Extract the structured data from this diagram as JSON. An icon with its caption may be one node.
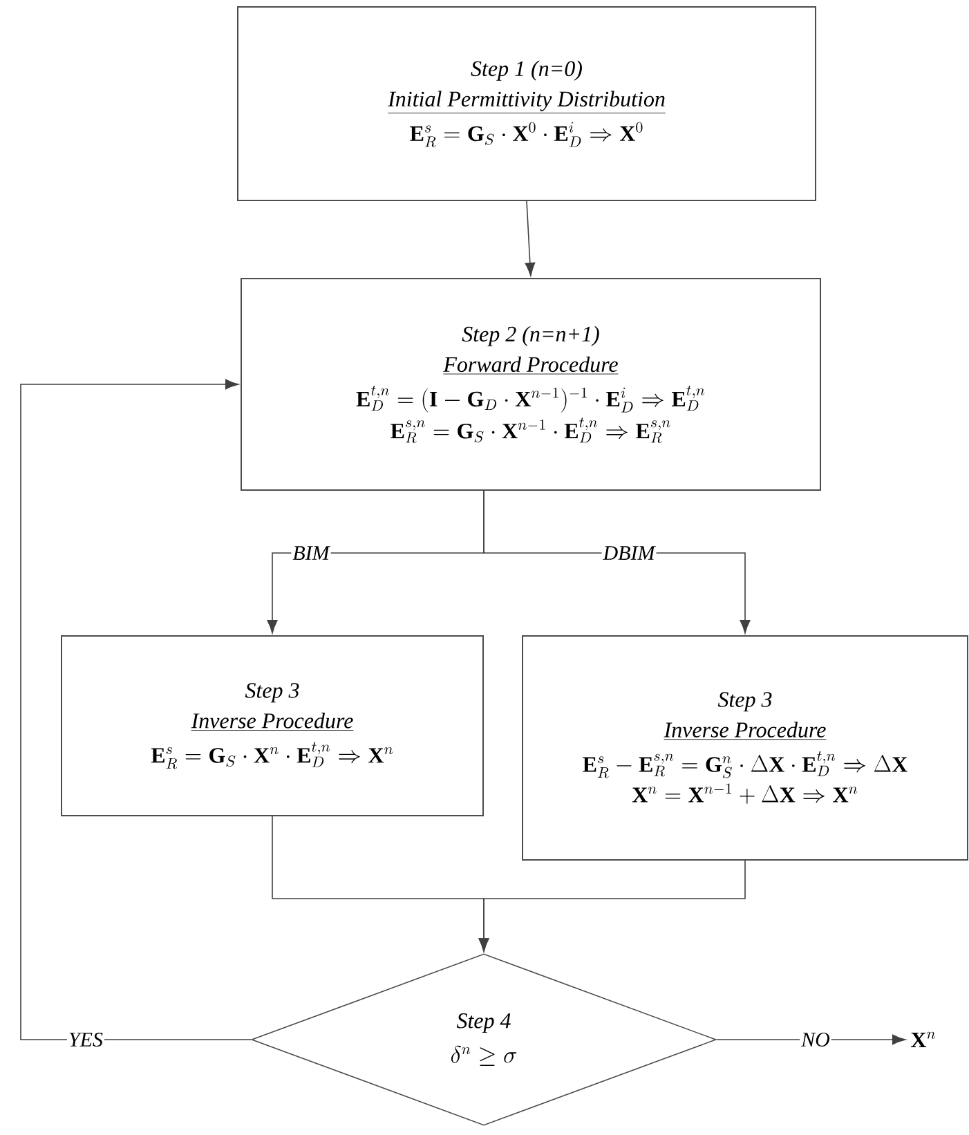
{
  "diagram": {
    "nodes": [
      {
        "text": [
          "Step 1 (n=0)",
          "Initial Permittivity Distribution",
          "\\mathbf{E}_R^{s}=\\mathbf{G}_S\\cdot\\mathbf{X}^0\\cdot\\mathbf{E}_D^{i}\\Rightarrow\\mathbf{X}^0"
        ]
      },
      {
        "text": [
          "Step 2 (n=n+1)",
          "Forward Procedure",
          "\\mathbf{E}_D^{t,n}=(\\mathbf{I}-\\mathbf{G}_D\\cdot\\mathbf{X}^{n-1})^{-1}\\cdot\\mathbf{E}_D^{i}\\Rightarrow\\mathbf{E}_D^{t,n}",
          "\\mathbf{E}_R^{s,n}=\\mathbf{G}_S\\cdot\\mathbf{X}^{n-1}\\cdot\\mathbf{E}_D^{t,n}\\Rightarrow\\mathbf{E}_R^{s,n}"
        ]
      },
      {
        "text": [
          "Step 3",
          "Inverse Procedure",
          "\\mathbf{E}_R^{s}=\\mathbf{G}_S\\cdot\\mathbf{X}^n\\cdot\\mathbf{E}_D^{t,n}\\Rightarrow\\mathbf{X}^n"
        ]
      },
      {
        "text": [
          "Step 3",
          "Inverse Procedure",
          "\\mathbf{E}_R^{s}-\\mathbf{E}_R^{s,n}=\\mathbf{G}_S^{n}\\cdot\\Delta\\mathbf{X}\\cdot\\mathbf{E}_D^{t,n}\\Rightarrow\\Delta\\mathbf{X}",
          "\\mathbf{X}^n=\\mathbf{X}^{n-1}+\\Delta\\mathbf{X}\\Rightarrow\\mathbf{X}^n"
        ]
      },
      {
        "text": [
          "Step 4",
          "\\delta^n\\geq\\sigma"
        ]
      },
      {
        "text": [
          "\\mathbf{X}^n"
        ]
      }
    ],
    "edges": [
      {
        "from": 0,
        "to": 1,
        "arrow": "to"
      },
      {
        "from": 1,
        "to": 2,
        "arrow": "to",
        "label": "BIM"
      },
      {
        "from": 1,
        "to": 3,
        "arrow": "to",
        "label": "DBIM"
      },
      {
        "from": 2,
        "to": 4,
        "arrow": "to"
      },
      {
        "from": 3,
        "to": 4,
        "arrow": "to"
      },
      {
        "from": 4,
        "to": 1,
        "arrow": "to",
        "label": "YES"
      },
      {
        "from": 4,
        "to": 5,
        "arrow": "to",
        "label": "NO"
      }
    ]
  }
}
